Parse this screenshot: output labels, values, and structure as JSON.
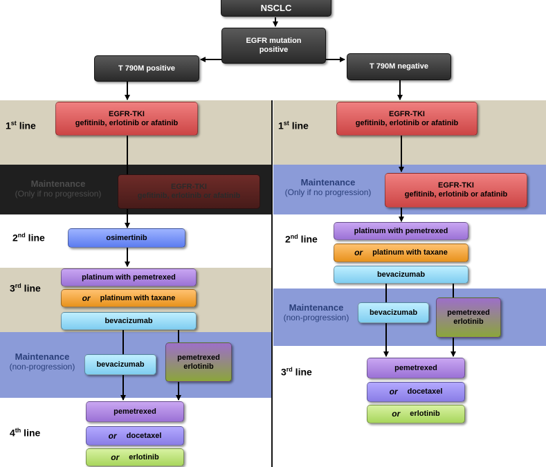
{
  "colors": {
    "band_tan": "#d7d1bd",
    "band_black": "#1f1f1f",
    "band_blue": "#8b9bd8",
    "divider": "#111111"
  },
  "header": {
    "root": "NSCLC",
    "mutation_line1": "EGFR mutation",
    "mutation_line2": "positive",
    "t790m_positive": "T 790M  positive",
    "t790m_negative": "T 790M  negative"
  },
  "left": {
    "first_line": {
      "ordinal": "1",
      "suffix": "st",
      "word": " line"
    },
    "egfr_tki_title": "EGFR-TKI",
    "egfr_tki_drugs": "gefitinib, erlotinib or afatinib",
    "maintenance_faded": {
      "line1": "Maintenance",
      "line2": "(Only if no progression)"
    },
    "second_line": {
      "ordinal": "2",
      "suffix": "nd",
      "word": " line"
    },
    "osimertinib": "osimertinib",
    "third_line": {
      "ordinal": "3",
      "suffix": "rd",
      "word": " line"
    },
    "platinum_pemetrexed": "platinum with pemetrexed",
    "or_word": "or",
    "platinum_taxane": "platinum with taxane",
    "bevacizumab": "bevacizumab",
    "maintenance": {
      "line1": "Maintenance",
      "line2": "(non-progression)"
    },
    "maint_bevacizumab": "bevacizumab",
    "maint_pemetrexed": "pemetrexed",
    "maint_erlotinib": "erlotinib",
    "fourth_line": {
      "ordinal": "4",
      "suffix": "th",
      "word": " line"
    },
    "pemetrexed": "pemetrexed",
    "docetaxel": "docetaxel",
    "erlotinib": "erlotinib"
  },
  "right": {
    "first_line": {
      "ordinal": "1",
      "suffix": "st",
      "word": " line"
    },
    "egfr_tki_title": "EGFR-TKI",
    "egfr_tki_drugs": "gefitinib, erlotinib or afatinib",
    "maintenance_tki": {
      "line1": "Maintenance",
      "line2": "(Only if no progression)"
    },
    "maint_tki_title": "EGFR-TKI",
    "maint_tki_drugs": "gefitinib, erlotinib or afatinib",
    "second_line": {
      "ordinal": "2",
      "suffix": "nd",
      "word": " line"
    },
    "platinum_pemetrexed": "platinum with pemetrexed",
    "or_word": "or",
    "platinum_taxane": "platinum with taxane",
    "bevacizumab": "bevacizumab",
    "maintenance": {
      "line1": "Maintenance",
      "line2": "(non-progression)"
    },
    "maint_bevacizumab": "bevacizumab",
    "maint_pemetrexed": "pemetrexed",
    "maint_erlotinib": "erlotinib",
    "third_line": {
      "ordinal": "3",
      "suffix": "rd",
      "word": " line"
    },
    "pemetrexed": "pemetrexed",
    "docetaxel": "docetaxel",
    "erlotinib": "erlotinib"
  }
}
